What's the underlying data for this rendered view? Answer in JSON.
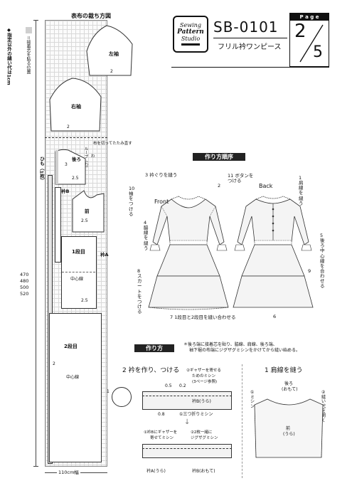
{
  "layout_title": "表布の裁ち方図",
  "seam_note": "◆指定以外の縫い代は1cm",
  "interfacing_note": "＝接着芯を貼る位置",
  "fabric_width": "110cm幅",
  "lengths": [
    "470",
    "480",
    "500",
    "520"
  ],
  "pieces": {
    "left_sleeve": "左袖",
    "right_sleeve": "右袖",
    "seam2": "2",
    "fold_note": "布を切ってたたみ直す",
    "tie": "ひも（1枚）",
    "back": "後ろ",
    "collar": "衿B",
    "collar_a": "衿A",
    "front": "前",
    "tier1": "1段目",
    "center_line": "中心線",
    "tier2": "2段目",
    "val25": "2.5",
    "val3": "3",
    "loop": "ループ（わ）",
    "wa": "わ"
  },
  "header": {
    "logo_line1": "Sewing",
    "logo_line2": "Pattern",
    "logo_line3": "Studio",
    "code": "SB-0101",
    "name": "フリル衿ワンピース",
    "page_label": "P a g e",
    "page_num": "2",
    "page_total": "5"
  },
  "steps_heading": "作り方順序",
  "steps": {
    "s1": "1 肩線を縫う",
    "s2": "2",
    "s3": "3 衿ぐりを縫う",
    "s4": "4 脇線を縫う",
    "s5": "5 後ろ中心線を合わせる",
    "s6": "6",
    "s7": "7 1段目と2段目を縫い合わせる",
    "s8": "8 スカートをつける",
    "s9": "9",
    "s10": "10 袖をつける",
    "s11": "11 ボタンをつける",
    "front_label": "Front",
    "back_label": "Back"
  },
  "method_heading": "作り方",
  "method_note_1": "＊後ろ端に接着芯を貼り、脇線、肩線、後ろ端、",
  "method_note_2": "袖下裾の布端にジグザグミシンをかけてから縫い始める。",
  "step2": {
    "title": "2 衿を作り、つける",
    "gather_note_1": "②ギャザーを寄せる",
    "gather_note_2": "ためのミシン",
    "gather_note_3": "(3ページ参照)",
    "dim1": "0.5",
    "dim2": "0.2",
    "dim3": "0.8",
    "collar_b_back": "衿B(うら)",
    "triple_fold": "①三つ折りミシン",
    "num1": "1",
    "gather_attach_1": "①衿Bにギャザーを",
    "gather_attach_2": "寄せてミシン",
    "zigzag_1": "②2枚一緒に",
    "zigzag_2": "ジグザグミシン",
    "collar_a_back": "衿A(うら)",
    "collar_a_front": "衿B(おもて)"
  },
  "step1": {
    "title": "1 肩線を縫う",
    "back_label": "後ろ",
    "back_sub": "(おもて)",
    "machine": "①ミシン",
    "seam_open": "②縫い代を開く",
    "front_label": "前",
    "front_sub": "(うら)"
  }
}
